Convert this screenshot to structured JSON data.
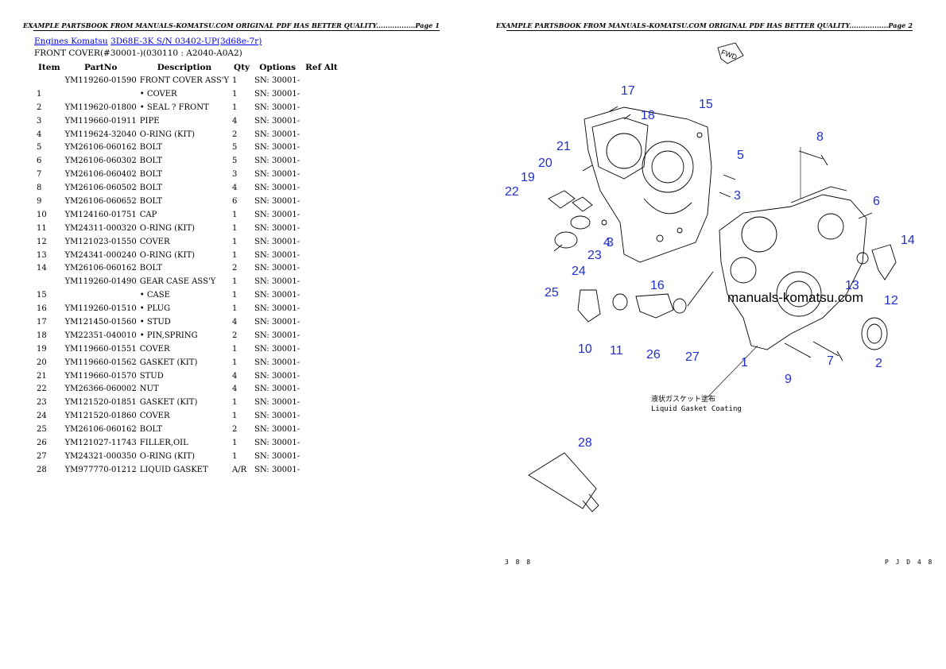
{
  "page1": {
    "header": "EXAMPLE PARTSBOOK FROM MANUALS-KOMATSU.COM ORIGINAL PDF HAS BETTER QUALITY.................Page 1",
    "breadcrumb": {
      "link1": "Engines Komatsu",
      "link2": "3D68E-3K S/N 03402-UP(3d68e-7r)"
    },
    "section_title": "FRONT COVER(#30001-)(030110 : A2040-A0A2)",
    "table": {
      "headers": [
        "Item",
        "PartNo",
        "Description",
        "Qty",
        "Options",
        "Ref Alt"
      ],
      "rows": [
        {
          "item": "",
          "part": "YM119260-01590",
          "desc": "FRONT COVER ASS'Y",
          "qty": "1",
          "opt": "SN: 30001-"
        },
        {
          "item": "1",
          "part": "",
          "desc": "• COVER",
          "qty": "1",
          "opt": "SN: 30001-"
        },
        {
          "item": "2",
          "part": "YM119620-01800",
          "desc": "• SEAL ? FRONT",
          "qty": "1",
          "opt": "SN: 30001-"
        },
        {
          "item": "3",
          "part": "YM119660-01911",
          "desc": "PIPE",
          "qty": "4",
          "opt": "SN: 30001-"
        },
        {
          "item": "4",
          "part": "YM119624-32040",
          "desc": "O-RING (KIT)",
          "qty": "2",
          "opt": "SN: 30001-"
        },
        {
          "item": "5",
          "part": "YM26106-060162",
          "desc": "BOLT",
          "qty": "5",
          "opt": "SN: 30001-"
        },
        {
          "item": "6",
          "part": "YM26106-060302",
          "desc": "BOLT",
          "qty": "5",
          "opt": "SN: 30001-"
        },
        {
          "item": "7",
          "part": "YM26106-060402",
          "desc": "BOLT",
          "qty": "3",
          "opt": "SN: 30001-"
        },
        {
          "item": "8",
          "part": "YM26106-060502",
          "desc": "BOLT",
          "qty": "4",
          "opt": "SN: 30001-"
        },
        {
          "item": "9",
          "part": "YM26106-060652",
          "desc": "BOLT",
          "qty": "6",
          "opt": "SN: 30001-"
        },
        {
          "item": "10",
          "part": "YM124160-01751",
          "desc": "CAP",
          "qty": "1",
          "opt": "SN: 30001-"
        },
        {
          "item": "11",
          "part": "YM24311-000320",
          "desc": "O-RING (KIT)",
          "qty": "1",
          "opt": "SN: 30001-"
        },
        {
          "item": "12",
          "part": "YM121023-01550",
          "desc": "COVER",
          "qty": "1",
          "opt": "SN: 30001-"
        },
        {
          "item": "13",
          "part": "YM24341-000240",
          "desc": "O-RING (KIT)",
          "qty": "1",
          "opt": "SN: 30001-"
        },
        {
          "item": "14",
          "part": "YM26106-060162",
          "desc": "BOLT",
          "qty": "2",
          "opt": "SN: 30001-"
        },
        {
          "item": "",
          "part": "YM119260-01490",
          "desc": "GEAR CASE ASS'Y",
          "qty": "1",
          "opt": "SN: 30001-"
        },
        {
          "item": "15",
          "part": "",
          "desc": "• CASE",
          "qty": "1",
          "opt": "SN: 30001-"
        },
        {
          "item": "16",
          "part": "YM119260-01510",
          "desc": "• PLUG",
          "qty": "1",
          "opt": "SN: 30001-"
        },
        {
          "item": "17",
          "part": "YM121450-01560",
          "desc": "• STUD",
          "qty": "4",
          "opt": "SN: 30001-"
        },
        {
          "item": "18",
          "part": "YM22351-040010",
          "desc": "• PIN,SPRING",
          "qty": "2",
          "opt": "SN: 30001-"
        },
        {
          "item": "19",
          "part": "YM119660-01551",
          "desc": "COVER",
          "qty": "1",
          "opt": "SN: 30001-"
        },
        {
          "item": "20",
          "part": "YM119660-01562",
          "desc": "GASKET (KIT)",
          "qty": "1",
          "opt": "SN: 30001-"
        },
        {
          "item": "21",
          "part": "YM119660-01570",
          "desc": "STUD",
          "qty": "4",
          "opt": "SN: 30001-"
        },
        {
          "item": "22",
          "part": "YM26366-060002",
          "desc": "NUT",
          "qty": "4",
          "opt": "SN: 30001-"
        },
        {
          "item": "23",
          "part": "YM121520-01851",
          "desc": "GASKET (KIT)",
          "qty": "1",
          "opt": "SN: 30001-"
        },
        {
          "item": "24",
          "part": "YM121520-01860",
          "desc": "COVER",
          "qty": "1",
          "opt": "SN: 30001-"
        },
        {
          "item": "25",
          "part": "YM26106-060162",
          "desc": "BOLT",
          "qty": "2",
          "opt": "SN: 30001-"
        },
        {
          "item": "26",
          "part": "YM121027-11743",
          "desc": "FILLER,OIL",
          "qty": "1",
          "opt": "SN: 30001-"
        },
        {
          "item": "27",
          "part": "YM24321-000350",
          "desc": "O-RING (KIT)",
          "qty": "1",
          "opt": "SN: 30001-"
        },
        {
          "item": "28",
          "part": "YM977770-01212",
          "desc": "LIQUID GASKET",
          "qty": "A/R",
          "opt": "SN: 30001-"
        }
      ]
    }
  },
  "page2": {
    "header": "EXAMPLE PARTSBOOK FROM MANUALS-KOMATSU.COM ORIGINAL PDF HAS BETTER QUALITY.................Page 2",
    "watermark": "manuals-komatsu.com",
    "fwd_label": "FWD",
    "caption_jp": "液状ガスケット塗布",
    "caption_en": "Liquid Gasket Coating",
    "footer_left": "3 8 8",
    "footer_right": "P J D 4 8",
    "callouts": [
      "1",
      "2",
      "3",
      "4",
      "5",
      "6",
      "7",
      "8",
      "9",
      "10",
      "11",
      "12",
      "13",
      "14",
      "15",
      "16",
      "17",
      "18",
      "19",
      "20",
      "21",
      "22",
      "23",
      "24",
      "25",
      "26",
      "27",
      "28"
    ]
  }
}
